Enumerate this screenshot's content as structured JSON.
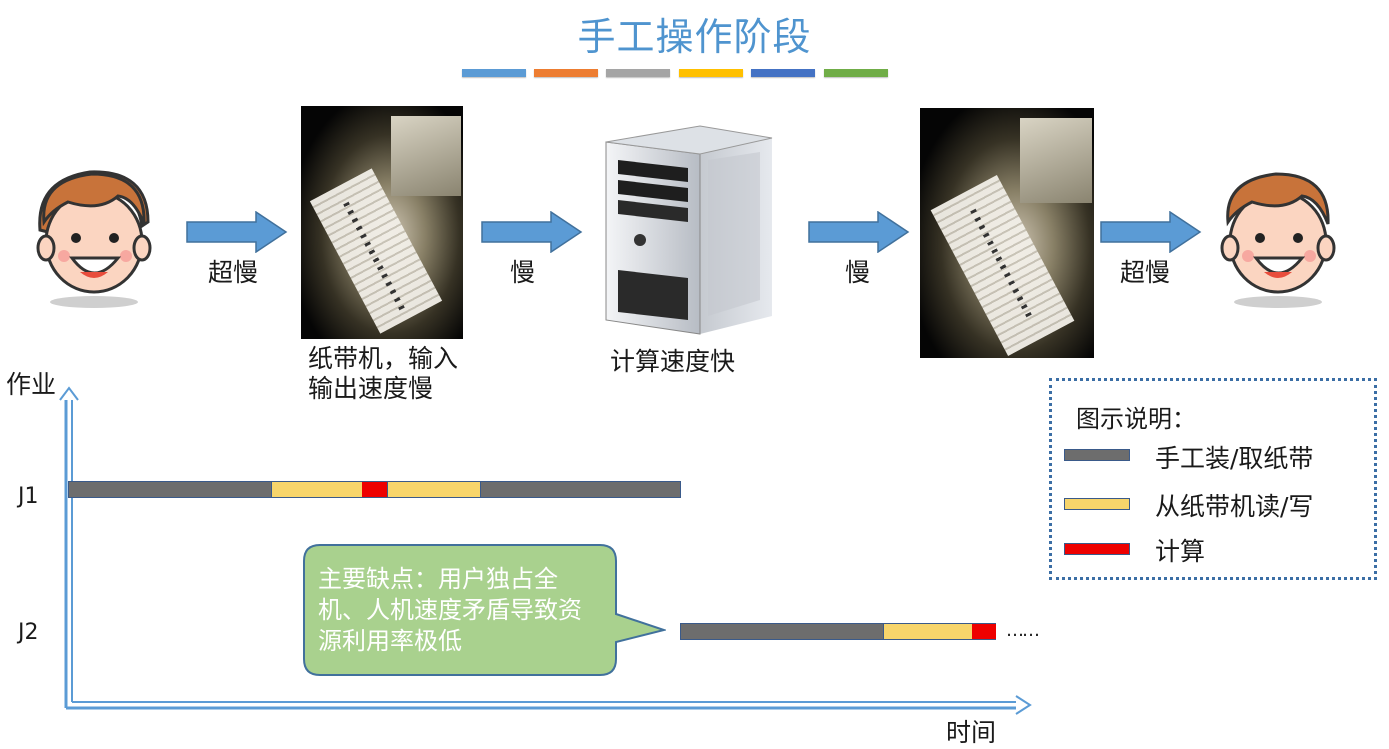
{
  "title": "手工操作阶段",
  "color_strip": [
    "#5b9bd5",
    "#ed7d31",
    "#a5a5a5",
    "#ffc000",
    "#4472c4",
    "#70ad47"
  ],
  "flow": {
    "arrow1_label": "超慢",
    "arrow2_label": "慢",
    "arrow3_label": "慢",
    "arrow4_label": "超慢",
    "printer_caption_line1": "纸带机，输入",
    "printer_caption_line2": "输出速度慢",
    "computer_caption": "计算速度快"
  },
  "timeline": {
    "y_axis_label": "作业",
    "x_axis_label": "时间",
    "rows": [
      {
        "label": "J1"
      },
      {
        "label": "J2",
        "trailing": "……"
      }
    ]
  },
  "legend": {
    "title": "图示说明：",
    "items": [
      {
        "label": "手工装/取纸带",
        "color": "#6d6d6d"
      },
      {
        "label": "从纸带机读/写",
        "color": "#f7d56b"
      },
      {
        "label": "计算",
        "color": "#ee0000"
      }
    ]
  },
  "callout": {
    "text": "主要缺点：用户独占全机、人机速度矛盾导致资源利用率极低",
    "color": "#a9d18e"
  }
}
